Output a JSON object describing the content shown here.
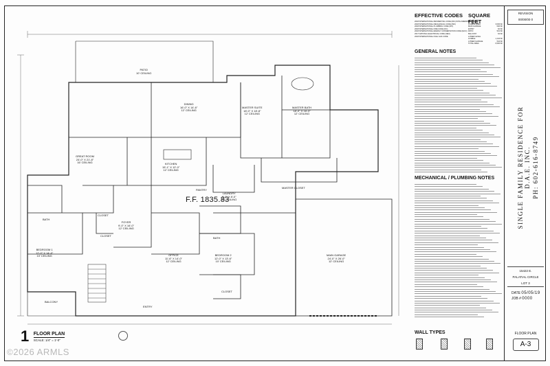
{
  "plan": {
    "finished_floor": "F.F. 1835.83",
    "rooms": [
      {
        "id": "patio-1",
        "name": "PATIO",
        "sub": "10' CEILING"
      },
      {
        "id": "dining",
        "name": "DINING",
        "sub": "16'-0\" X 14'-6\"\n12' CEILING"
      },
      {
        "id": "great-room",
        "name": "GREAT ROOM",
        "sub": "24'-0\" x 21'-8\"\n16' CEILING"
      },
      {
        "id": "kitchen",
        "name": "KITCHEN",
        "sub": "15'-1\" x 12'-0\"\n12' CEILING"
      },
      {
        "id": "pantry",
        "name": "PANTRY",
        "sub": ""
      },
      {
        "id": "master-suite",
        "name": "MASTER SUITE",
        "sub": "18'-0\" x 18'-8\"\n12' CEILING"
      },
      {
        "id": "master-bath",
        "name": "MASTER BATH",
        "sub": "18'-0\" x 16'-0\"\n12' CEILING"
      },
      {
        "id": "master-closet",
        "name": "MASTER CLOSET",
        "sub": ""
      },
      {
        "id": "laundry",
        "name": "LAUNDRY",
        "sub": "9'-0\" x 8'-0\"\n10' CEILING"
      },
      {
        "id": "foyer",
        "name": "FOYER",
        "sub": "9'-0\" x 16'-0\"\n12' CEILING"
      },
      {
        "id": "bedroom-1",
        "name": "BEDROOM 1",
        "sub": "12'-0\" x 14'-6\"\n10' CEILING"
      },
      {
        "id": "bath-1",
        "name": "BATH",
        "sub": ""
      },
      {
        "id": "closet-1",
        "name": "CLOSET",
        "sub": ""
      },
      {
        "id": "closet-2",
        "name": "CLOSET",
        "sub": ""
      },
      {
        "id": "office",
        "name": "OFFICE",
        "sub": "11'-6\" x 14'-0\"\n12' CEILING"
      },
      {
        "id": "bath-2",
        "name": "BATH",
        "sub": ""
      },
      {
        "id": "bedroom-2",
        "name": "BEDROOM 2",
        "sub": "12'-0\" x 13'-6\"\n10' CEILING"
      },
      {
        "id": "closet-3",
        "name": "CLOSET",
        "sub": ""
      },
      {
        "id": "main-garage",
        "name": "MAIN GARAGE",
        "sub": "24'-0\" x 26'-0\"\n12' CEILING"
      },
      {
        "id": "entry",
        "name": "ENTRY",
        "sub": ""
      },
      {
        "id": "balcony",
        "name": "BALCONY",
        "sub": ""
      }
    ]
  },
  "title": {
    "number": "1",
    "name": "FLOOR PLAN",
    "scale": "SCALE: 1/4\" = 1'-0\""
  },
  "watermark": {
    "copyright": "©",
    "year_brand": "2026 ARMLS"
  },
  "notes": {
    "effective_codes_heading": "EFFECTIVE CODES",
    "square_feet_heading": "SQUARE FEET",
    "codes": [
      "2018 INTERNATIONAL RESIDENTIAL CODE (IRC) WITH AMENDS",
      "2018 INTERNATIONAL MECHANICAL CODE (IMC)",
      "2018 INTERNATIONAL PLUMBING CODE (IPC)",
      "2018 INTERNATIONAL FIRE CODE (IFC)",
      "2018 INTERNATIONAL ENERGY CONSERVATION CODE (IECC)",
      "2017 NATIONAL ELECTRICAL CODE (NEC)",
      "2018 INTERNATIONAL FUEL GAS CODE"
    ],
    "sqft": [
      {
        "label": "MAIN LEVEL",
        "value": ""
      },
      {
        "label": "LIVABLE AREA",
        "value": "3,545 SF"
      },
      {
        "label": "MAIN GARAGE",
        "value": "646 SF"
      },
      {
        "label": "ENTRY",
        "value": "62 SF"
      },
      {
        "label": "PATIO",
        "value": "531 SF"
      },
      {
        "label": "BALCONY",
        "value": "64 SF"
      },
      {
        "label": "LOWER LEVEL",
        "value": ""
      },
      {
        "label": "LIVABLE",
        "value": "1,144 SF"
      },
      {
        "label": "LOWER GARAGE",
        "value": "544 SF"
      },
      {
        "label": "TOTAL AREA",
        "value": "6,536 SF"
      }
    ],
    "general_heading": "GENERAL NOTES",
    "mechanical_heading": "MECHANICAL / PLUMBING NOTES",
    "wall_types_heading": "WALL TYPES"
  },
  "titleblock": {
    "revision_label": "REVISION",
    "revision_date": "00/00/00  0",
    "project_line1": "SINGLE FAMILY RESIDENCE FOR",
    "project_line2": "D.A.E. INC.",
    "phone": "PH: 602-616-8749",
    "address1": "15422 E.",
    "address2": "PALATIAL CIRCLE",
    "lot": "LOT 3",
    "date_label": "DATE",
    "date_value": "05/05/19",
    "job_label": "JOB #",
    "job_value": "0000",
    "sheet_name": "FLOOR PLAN",
    "sheet_id": "A-3"
  }
}
